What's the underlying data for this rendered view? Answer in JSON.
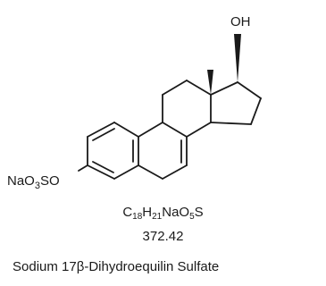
{
  "molecule": {
    "hydroxyl_label": "OH",
    "sulfate_group": {
      "prefix": "NaO",
      "subscript": "3",
      "suffix": "SO"
    },
    "formula_parts": [
      {
        "text": "C",
        "sub": false
      },
      {
        "text": "18",
        "sub": true
      },
      {
        "text": "H",
        "sub": false
      },
      {
        "text": "21",
        "sub": true
      },
      {
        "text": "NaO",
        "sub": false
      },
      {
        "text": "5",
        "sub": true
      },
      {
        "text": "S",
        "sub": false
      }
    ],
    "molecular_weight": "372.42",
    "name": "Sodium 17β-Dihydroequilin Sulfate"
  }
}
